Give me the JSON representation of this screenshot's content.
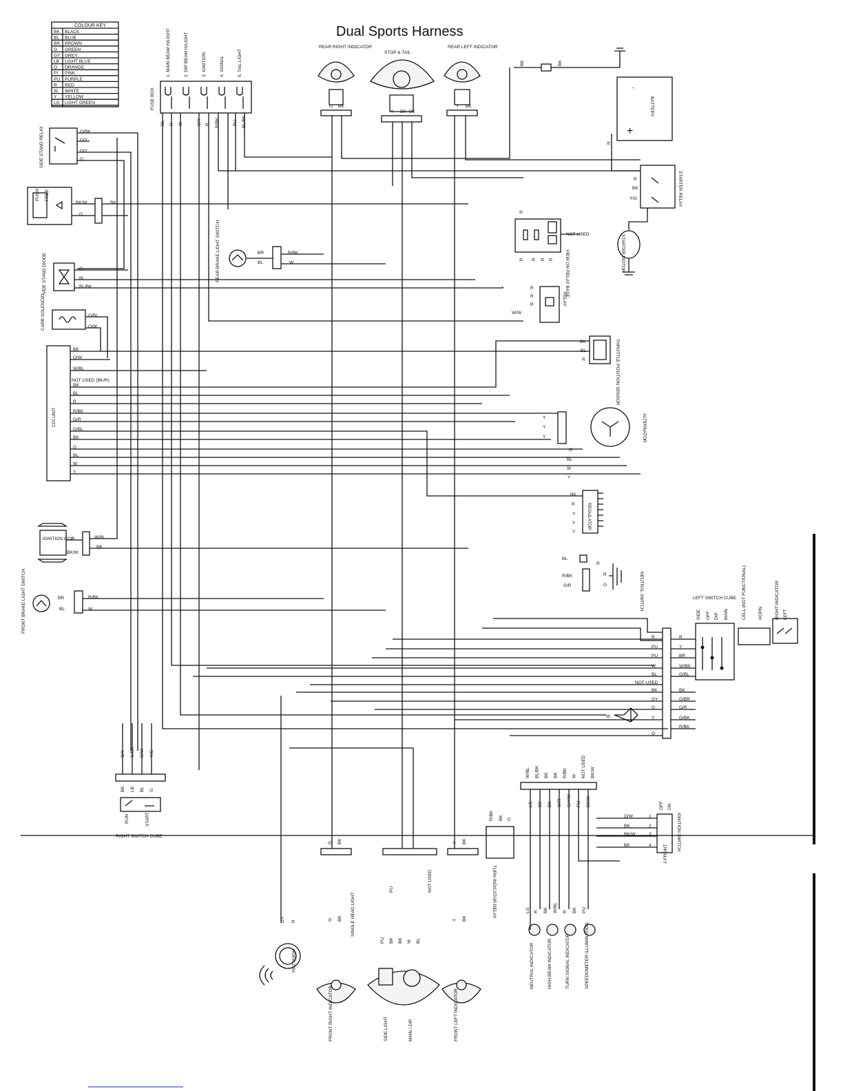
{
  "title": "Dual Sports Harness",
  "colour_key": {
    "heading": "COLOUR KEY",
    "rows": [
      {
        "code": "BK",
        "name": "BLACK"
      },
      {
        "code": "BL",
        "name": "BLUE"
      },
      {
        "code": "BR",
        "name": "BROWN"
      },
      {
        "code": "G",
        "name": "GREEN"
      },
      {
        "code": "GY",
        "name": "GREY"
      },
      {
        "code": "LB",
        "name": "LIGHT BLUE"
      },
      {
        "code": "O",
        "name": "ORANGE"
      },
      {
        "code": "PI",
        "name": "PINK"
      },
      {
        "code": "PU",
        "name": "PURPLE"
      },
      {
        "code": "R",
        "name": "RED"
      },
      {
        "code": "W",
        "name": "WHITE"
      },
      {
        "code": "Y",
        "name": "YELLOW"
      },
      {
        "code": "LG",
        "name": "LIGHT GREEN"
      }
    ]
  },
  "fuse_box": {
    "label": "FUSE BOX",
    "fuses": [
      "1. MAIN BEAM H/LIGHT",
      "2. DIP BEAM H/LIGHT",
      "3. IGNITION",
      "4. SIGNAL",
      "5. TAIL LIGHT"
    ],
    "wires": [
      "BL",
      "R",
      "W",
      "O/Y",
      "R",
      "R/BK",
      "PU",
      "BL/BK"
    ]
  },
  "rear_lights": {
    "right_indicator": "REAR RIGHT INDICATOR",
    "stop_tail": "STOP & TAIL",
    "left_indicator": "REAR LEFT INDICATOR",
    "right_wires": [
      "G",
      "BK"
    ],
    "stop_wires": [
      "Y",
      "BK",
      "BK"
    ],
    "left_wires": [
      "Y",
      "BK"
    ]
  },
  "battery": {
    "label": "BATTERY",
    "minus": "−",
    "plus": "+",
    "wires": [
      "BK",
      "BK",
      "R"
    ]
  },
  "starter_relay": {
    "label": "STARTER RELAY",
    "wires": [
      "R",
      "BK",
      "Y/G"
    ]
  },
  "starter_motor": {
    "label": "STARTER MOTOR"
  },
  "relay_base": {
    "label": "VIEW ON RELAY BASE",
    "not_used": "NOT USED",
    "pins": [
      "R",
      "R",
      "R",
      "R",
      "R"
    ]
  },
  "relay": {
    "label": "RELAY",
    "wires": [
      "R",
      "R",
      "R",
      "W/W"
    ]
  },
  "side_stand_relay": {
    "label": "SIDE STAND RELAY",
    "wires": [
      "O/BK",
      "O/Y",
      "O/Y",
      "G"
    ]
  },
  "push_free": {
    "push": "PUSH",
    "free": "FREE",
    "wires": [
      "BK/W",
      "G",
      "BK"
    ]
  },
  "rear_brake_switch": {
    "label": "REAR BRAKE LIGHT SWITCH",
    "wires": [
      "BR",
      "BL",
      "R/BK",
      "W"
    ]
  },
  "side_stand_diode": {
    "label": "SIDE STAND DIODE",
    "wires": [
      "G",
      "BL",
      "BL/BK"
    ]
  },
  "carb_solenoid": {
    "label": "CARB SOLENOID",
    "wires": [
      "G/BL",
      "O/W"
    ]
  },
  "throttle_sensor": {
    "label": "THROTTLE POSITION SENSOR",
    "wires": [
      "BK",
      "BL",
      "R"
    ]
  },
  "cdi_unit": {
    "label": "CDI UNIT",
    "not_used": "NOT USED (BK/R)",
    "wires": [
      "BK",
      "O/W",
      "W/BL",
      "BK",
      "BL",
      "R",
      "R/BK",
      "G/R",
      "G/BL",
      "BK",
      "G",
      "BL",
      "W",
      "Y"
    ]
  },
  "alternator": {
    "label": "ALTERNATOR",
    "wires": [
      "Y",
      "Y",
      "Y",
      "G",
      "BL",
      "W",
      "Y"
    ]
  },
  "regulator": {
    "label": "REGULATOR",
    "wires": [
      "BK",
      "R",
      "Y",
      "Y",
      "Y"
    ]
  },
  "ignition_coil": {
    "label": "IGNITION COIL",
    "wires": [
      "B",
      "W/BL",
      "BK",
      "BK/W"
    ]
  },
  "neutral_switch": {
    "label": "NEUTRAL SWITCH",
    "wires": [
      "BL",
      "R/BK",
      "G/R",
      "R",
      "G"
    ]
  },
  "front_brake_switch": {
    "label": "FRONT BRAKE LIGHT SWITCH",
    "wires": [
      "BR",
      "BL",
      "R/BK",
      "W"
    ]
  },
  "left_switch_cube": {
    "label": "LEFT SWITCH CUBE",
    "headers": [
      "SIDE",
      "OFF",
      "DIP",
      "MAIN",
      "CELL (NOT FUNCTIONAL)",
      "HORN",
      "RIGHT INDICATOR",
      "LEFT"
    ],
    "wires_in": [
      "R",
      "PU",
      "PU",
      "W",
      "BL",
      "NOT USED",
      "BK",
      "GY",
      "G",
      "Y",
      "O"
    ],
    "wires_out": [
      "R",
      "Y",
      "BR",
      "W/BK",
      "G/BL",
      "BK",
      "G/BR",
      "G/R",
      "G/BK",
      "R/BK"
    ]
  },
  "w_connector": "W",
  "main_connector": {
    "top": [
      "W/BL",
      "BL/BK",
      "BK",
      "BK",
      "R/BK",
      "W",
      "NOT USED",
      "BK/W"
    ],
    "bottom": [
      "LG",
      "BK",
      "BK",
      "W/R",
      "G/Y/W",
      "PU",
      "BK/W"
    ]
  },
  "right_switch_cube": {
    "label": "RIGHT SWITCH CUBE",
    "run": "RUN",
    "start": "START",
    "top_wires": [
      "O/Y",
      "G/BK",
      "O/W",
      "Y/G"
    ],
    "bottom_wires": [
      "BK",
      "LB",
      "BL",
      "G"
    ]
  },
  "ignition_switch": {
    "label": "IGNITION SWITCH",
    "front": "2-FRONT",
    "off": "OFF",
    "on": "ON",
    "wires": [
      "O/W",
      "BK",
      "BK/W",
      "BK"
    ],
    "pins": [
      "1",
      "2",
      "3",
      "4"
    ]
  },
  "turn_relay": {
    "label": "TURN INDICATOR RELAY",
    "wires": [
      "R/BK",
      "BK",
      "O"
    ]
  },
  "front_lights": {
    "horn": "HORN 2.5A",
    "horn_wires": [
      "GY",
      "R"
    ],
    "head_light": "SINGLE HEAD LIGHT",
    "right_indicator": "FRONT RIGHT INDICATOR",
    "left_indicator": "FRONT LEFT INDICATOR",
    "side_light": "SIDE LIGHT",
    "main_dip": "MAIN / DIP",
    "not_used": "NOT USED",
    "right_wires": [
      "G",
      "BK"
    ],
    "head_wires": [
      "PU",
      "BK",
      "BK",
      "W",
      "BL"
    ],
    "left_wires": [
      "Y",
      "BK"
    ]
  },
  "dash_indicators": [
    "NEUTRAL INDICATOR",
    "HIGH BEAM INDICATOR",
    "TURN SIGNAL INDICATOR",
    "SPEEDOMETER ILLUMINATION"
  ],
  "dash_wires": [
    "LG",
    "R",
    "BK",
    "W/BL",
    "R",
    "BK",
    "PU"
  ]
}
